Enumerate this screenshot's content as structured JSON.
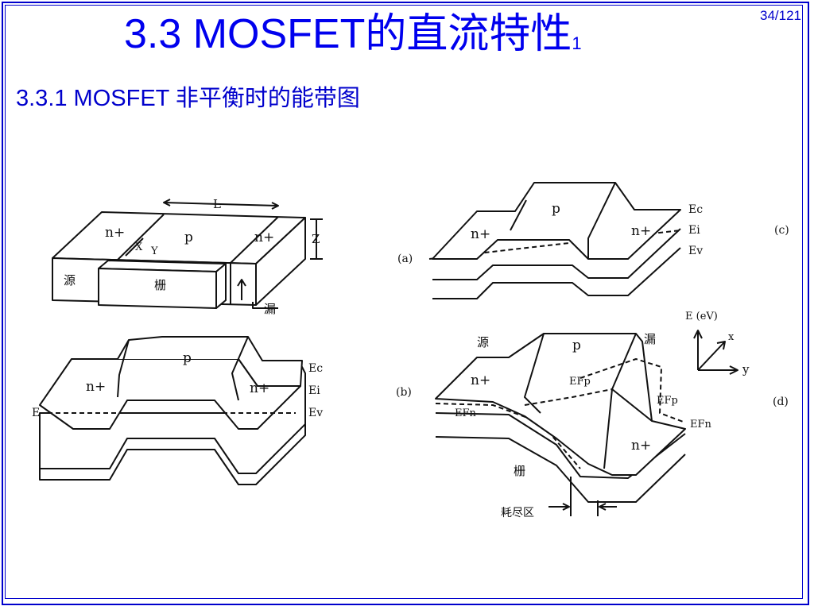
{
  "slide": {
    "title_main": "3.3  MOSFET的直流特性",
    "title_sub": "1",
    "page_number": "34/121",
    "section_title": "3.3.1  MOSFET 非平衡时的能带图"
  },
  "figure": {
    "device": {
      "length": "L",
      "width": "Z",
      "source_region": "n+",
      "body_region": "p",
      "drain_region": "n+",
      "axis_x": "X",
      "axis_y": "Y",
      "source_label": "源",
      "gate_label": "栅",
      "drain_label": "漏"
    },
    "panel_b": {
      "tag": "(b)",
      "left_region": "n+",
      "center_region": "p",
      "right_region": "n+",
      "ec": "Ec",
      "ei": "Ei",
      "ev": "Ev",
      "ef": "E"
    },
    "panel_c": {
      "tag": "(c)",
      "side_tag": "(a)",
      "left_region": "n+",
      "center_region": "p",
      "right_region": "n+",
      "ec": "Ec",
      "ei": "Ei",
      "ev": "Ev"
    },
    "panel_d": {
      "tag": "(d)",
      "source_label": "源",
      "drain_label": "漏",
      "gate_label": "栅",
      "left_region": "n+",
      "center_region": "p",
      "right_region": "n+",
      "efp_1": "EFp",
      "efp_2": "EFp",
      "efn_1": "EFn",
      "efn_2": "EFn",
      "depletion_label": "耗尽区",
      "axis_energy": "E (eV)",
      "axis_x": "x",
      "axis_y": "y"
    }
  }
}
